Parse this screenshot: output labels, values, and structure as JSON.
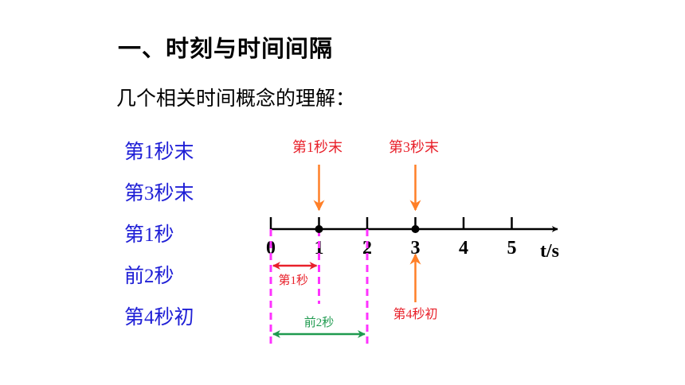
{
  "title": "一、时刻与时间间隔",
  "subtitle": "几个相关时间概念的理解：",
  "concepts": [
    "第1秒末",
    "第3秒末",
    "第1秒",
    "前2秒",
    "第4秒初"
  ],
  "axis": {
    "ticks": [
      "0",
      "1",
      "2",
      "3",
      "4",
      "5"
    ],
    "unit_label": "t/s"
  },
  "time_points": [
    {
      "label": "第1秒末",
      "t": 1,
      "side": "above",
      "color": "#e8202a"
    },
    {
      "label": "第3秒末",
      "t": 3,
      "side": "above",
      "color": "#e8202a"
    },
    {
      "label": "第4秒初",
      "t": 3,
      "side": "below",
      "color": "#e8202a"
    }
  ],
  "intervals": [
    {
      "label": "第1秒",
      "start": 0,
      "end": 1,
      "color": "#e8202a"
    },
    {
      "label": "前2秒",
      "start": 0,
      "end": 2,
      "color": "#1f9a4f"
    }
  ],
  "colors": {
    "arrow": "#ff7f27",
    "dashed": "#ff33ff",
    "concept_text": "#1f1fd6",
    "axis": "#000000"
  }
}
